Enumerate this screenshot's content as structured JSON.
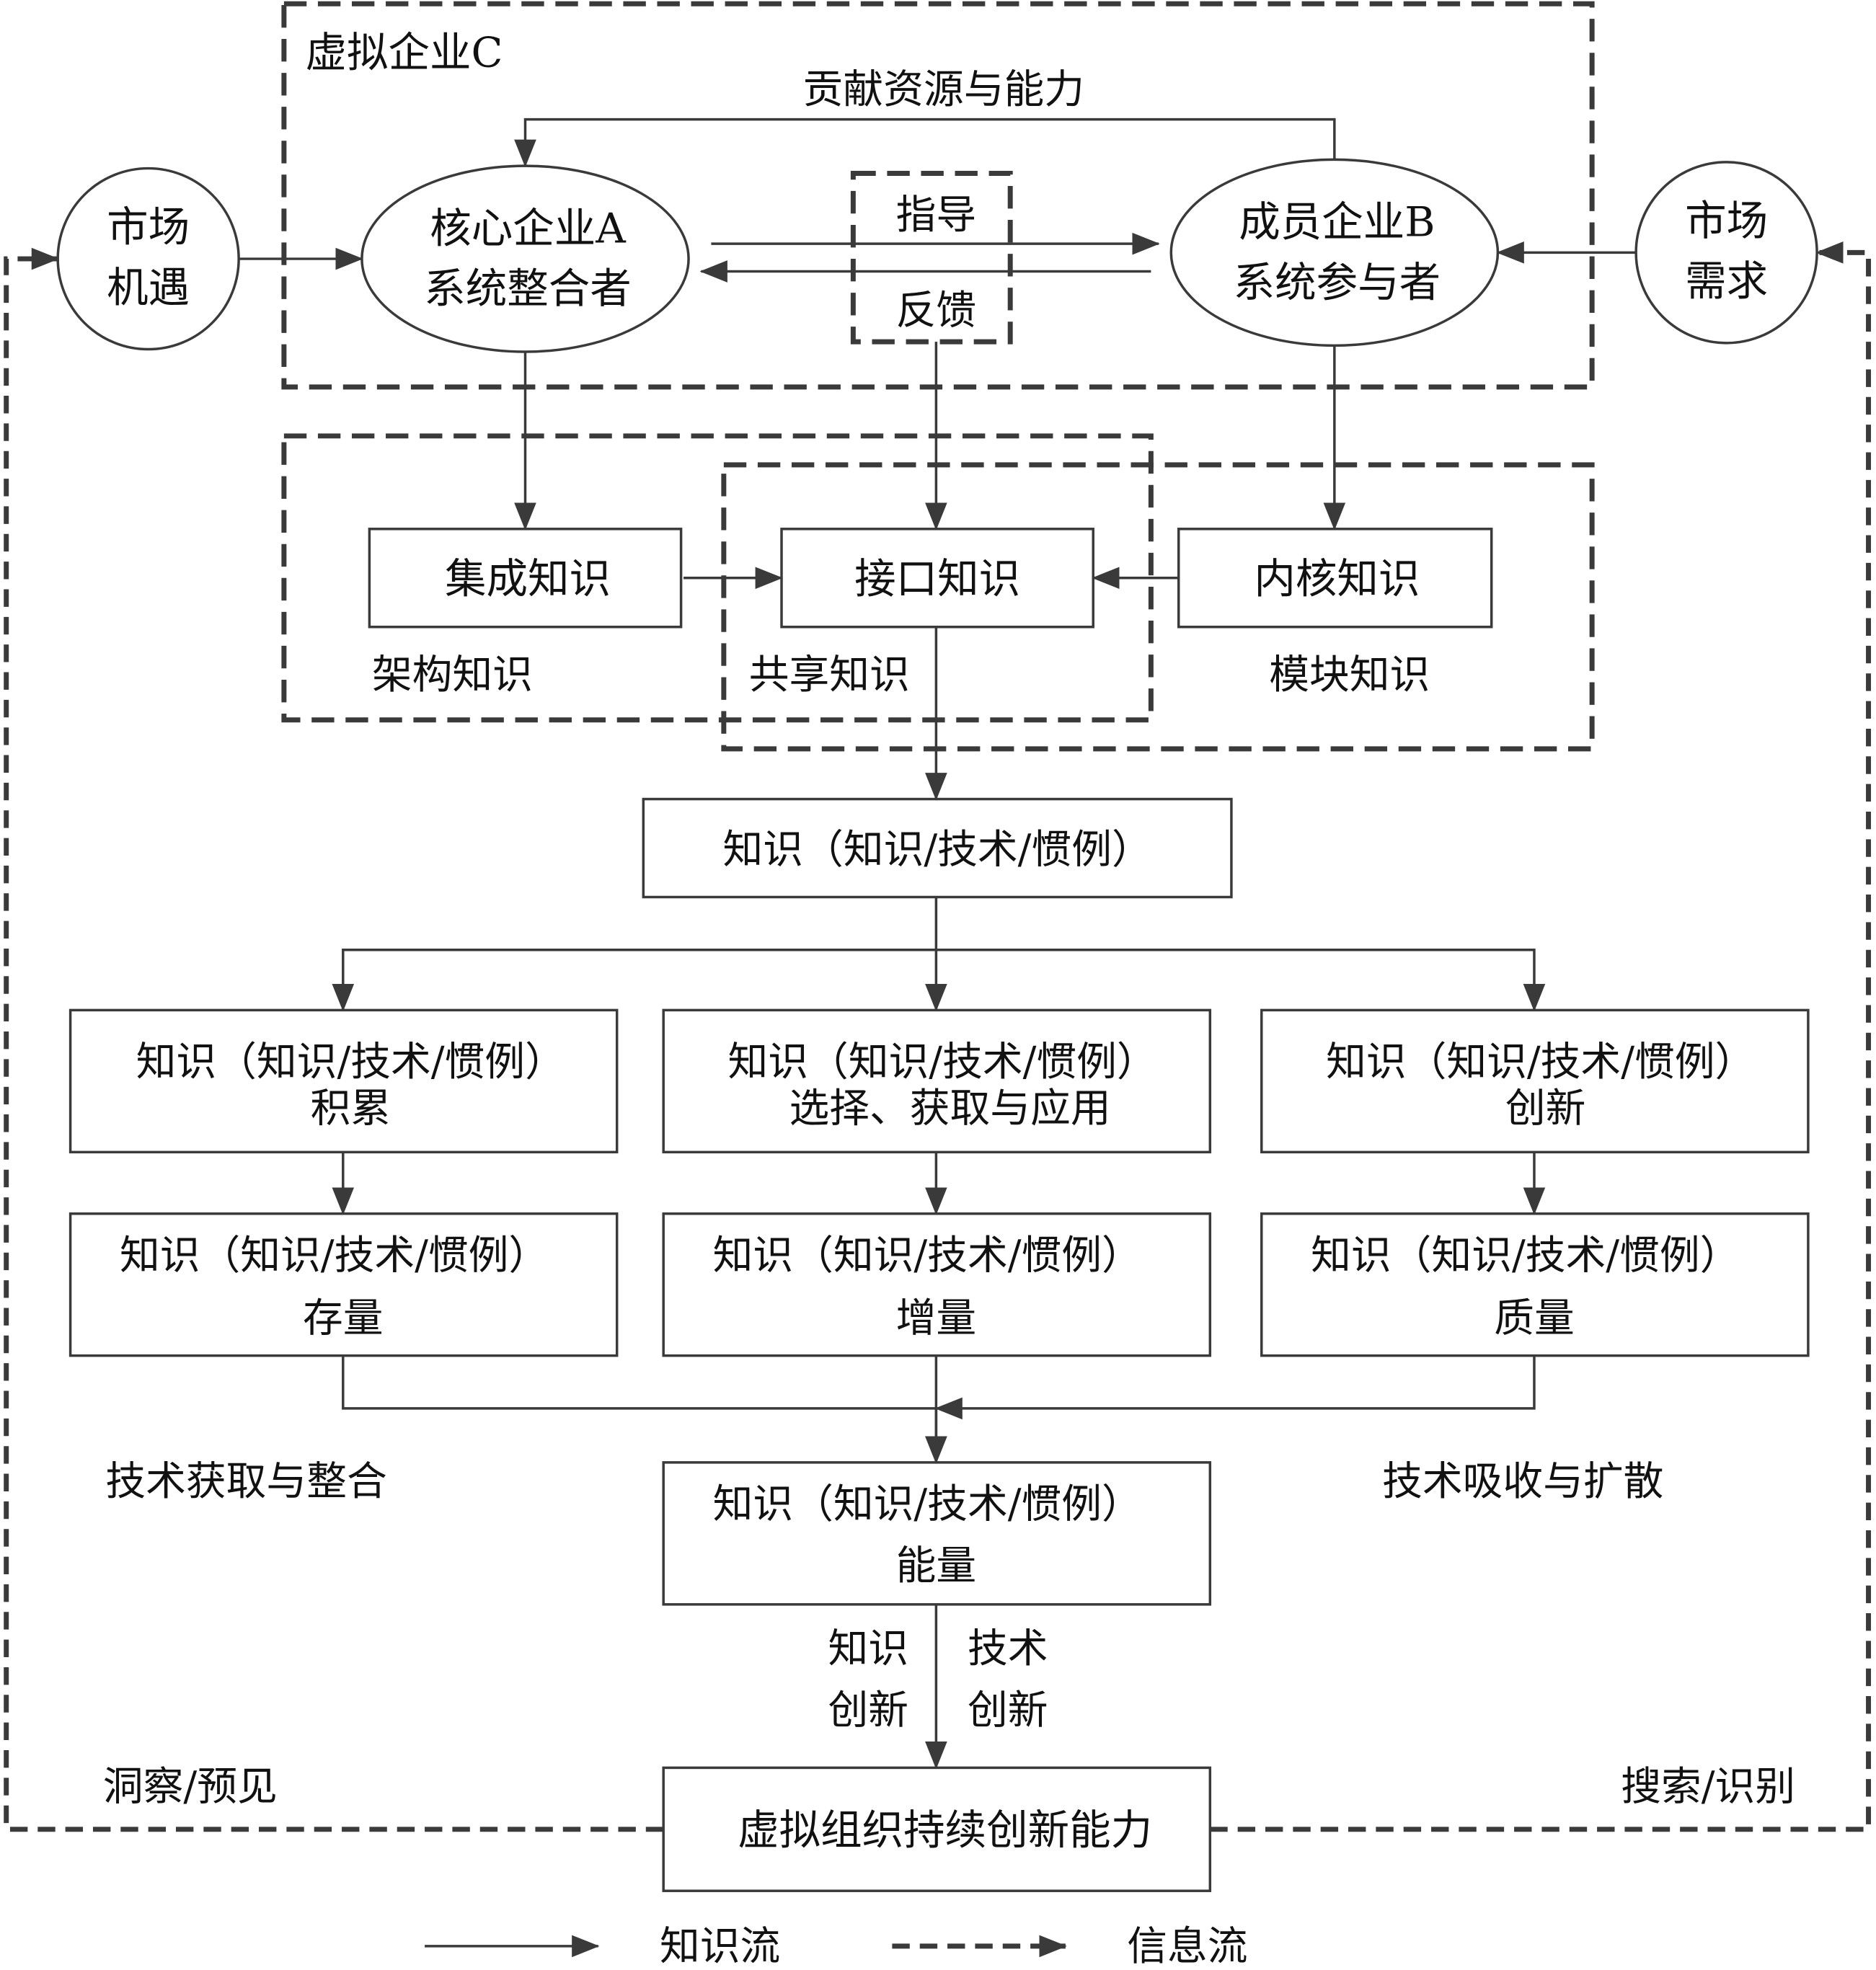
{
  "region_labels": {
    "virtual_enterprise": "虚拟企业C",
    "architecture_knowledge": "架构知识",
    "shared_knowledge": "共享知识",
    "module_knowledge": "模块知识"
  },
  "market": {
    "opportunity_line1": "市场",
    "opportunity_line2": "机遇",
    "demand_line1": "市场",
    "demand_line2": "需求"
  },
  "core_enterprise": {
    "line1": "核心企业A",
    "line2": "系统整合者"
  },
  "member_enterprise": {
    "line1": "成员企业B",
    "line2": "系统参与者"
  },
  "flow_labels": {
    "contribute": "贡献资源与能力",
    "guidance": "指导",
    "feedback": "反馈",
    "tech_acquisition": "技术获取与整合",
    "tech_absorption": "技术吸收与扩散",
    "knowledge_innovation_1": "知识",
    "knowledge_innovation_2": "创新",
    "technology_innovation_1": "技术",
    "technology_innovation_2": "创新",
    "insight": "洞察/预见",
    "search": "搜索/识别"
  },
  "knowledge_boxes": {
    "integrated": "集成知识",
    "interface": "接口知识",
    "kernel": "内核知识"
  },
  "boxes": {
    "knowledge_main": "知识（知识/技术/惯例）",
    "accumulation_line1": "知识（知识/技术/惯例）",
    "accumulation_line2": "积累",
    "selection_line1": "知识（知识/技术/惯例）",
    "selection_line2": "选择、获取与应用",
    "innovation_line1": "知识（知识/技术/惯例）",
    "innovation_line2": "创新",
    "stock_line1": "知识（知识/技术/惯例）",
    "stock_line2": "存量",
    "increment_line1": "知识（知识/技术/惯例）",
    "increment_line2": "增量",
    "quality_line1": "知识（知识/技术/惯例）",
    "quality_line2": "质量",
    "energy_line1": "知识（知识/技术/惯例）",
    "energy_line2": "能量",
    "capability": "虚拟组织持续创新能力"
  },
  "legend": {
    "knowledge_flow": "知识流",
    "information_flow": "信息流"
  },
  "colors": {
    "line": "#3a3a3a",
    "text": "#111111",
    "background": "#ffffff"
  }
}
